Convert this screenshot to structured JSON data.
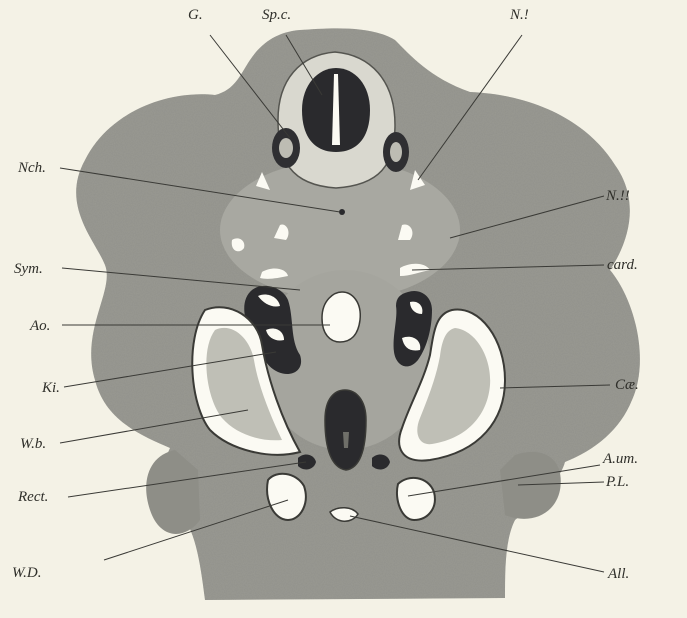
{
  "labels": {
    "g": "G.",
    "spc": "Sp.c.",
    "n1": "N.!",
    "nch": "Nch.",
    "n2": "N.!!",
    "sym": "Sym.",
    "card": "card.",
    "ao": "Ao.",
    "ki": "Ki.",
    "ca": "Cæ.",
    "wb": "W.b.",
    "aum": "A.um.",
    "rect": "Rect.",
    "pl": "P.L.",
    "wd": "W.D.",
    "all": "All."
  },
  "colors": {
    "paper": "#f4f2e6",
    "tissue": "#9a9a93",
    "tissue_dark": "#6f6f69",
    "cavity": "#2a2a2d",
    "lumen": "#fbfaf3",
    "line": "#3a3a36"
  }
}
